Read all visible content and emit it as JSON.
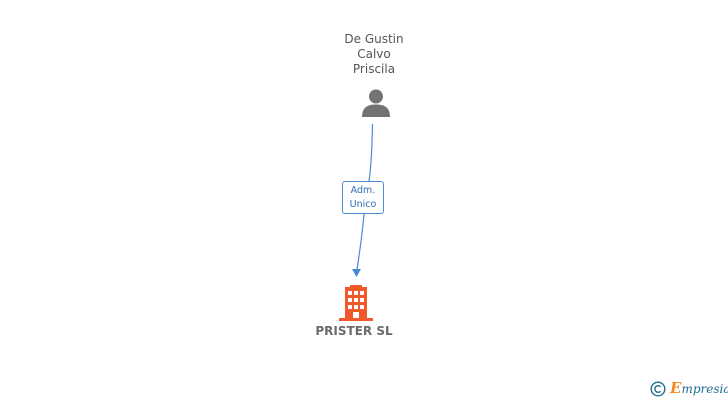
{
  "person": {
    "name_lines": [
      "De Gustin",
      "Calvo",
      "Priscila"
    ]
  },
  "relation": {
    "role_lines": [
      "Adm.",
      "Unico"
    ]
  },
  "company": {
    "name": "PRISTER SL"
  },
  "footer": {
    "copyright_symbol": "©",
    "brand_initial": "E",
    "brand_rest": "mpresia",
    "brand_full": "Empresia"
  },
  "colors": {
    "person_icon": "#737373",
    "connector": "#4a8ad4",
    "company_icon": "#f2592a",
    "company_text": "#6b6b6b",
    "brand_blue": "#1f6b93",
    "brand_orange": "#f28a1a"
  },
  "icons": {
    "person": "person-icon",
    "company": "building-icon",
    "copyright": "copyright-icon"
  }
}
